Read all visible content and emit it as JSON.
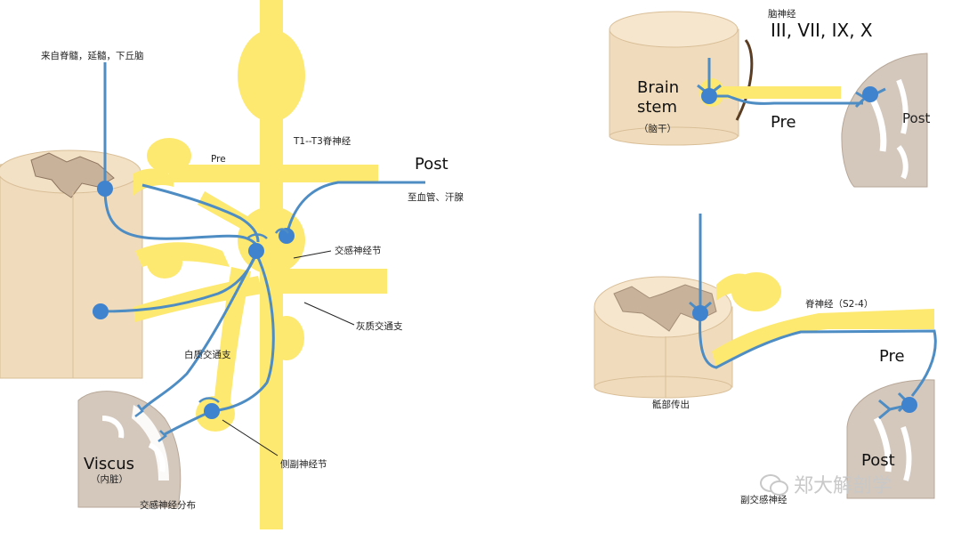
{
  "left_diagram": {
    "label_origin": "来自脊髓，延髓，下丘脑",
    "label_pre": "Pre",
    "label_t1t3": "T1--T3脊神经",
    "label_post": "Post",
    "label_target": "至血管、汗腺",
    "label_ganglion": "交感神经节",
    "label_gray_ramus": "灰质交通支",
    "label_white_ramus": "白质交通支",
    "label_collateral": "侧副神经节",
    "label_viscus": "Viscus",
    "label_viscus_cn": "（内脏）",
    "caption": "交感神经分布"
  },
  "top_right_diagram": {
    "label_cranial": "脑神经",
    "label_cranial_nums": "III, VII, IX, X",
    "label_brain": "Brain",
    "label_stem": "stem",
    "label_brainstem_cn": "（脑干）",
    "label_pre": "Pre",
    "label_post": "Post"
  },
  "bottom_right_diagram": {
    "label_spinal": "脊神经（S2-4）",
    "label_pre": "Pre",
    "label_sacral": "骶部传出",
    "label_post": "Post",
    "caption": "副交感神经"
  },
  "watermark": "郑大解剖学",
  "colors": {
    "nerve_yellow": "#fde870",
    "nerve_blue": "#4e8cc4",
    "neuron_blue": "#3f83cf",
    "tissue_tan": "#f0dcbd",
    "gray_matter": "#c9b29a",
    "organ_gray": "#d4c8bd"
  }
}
